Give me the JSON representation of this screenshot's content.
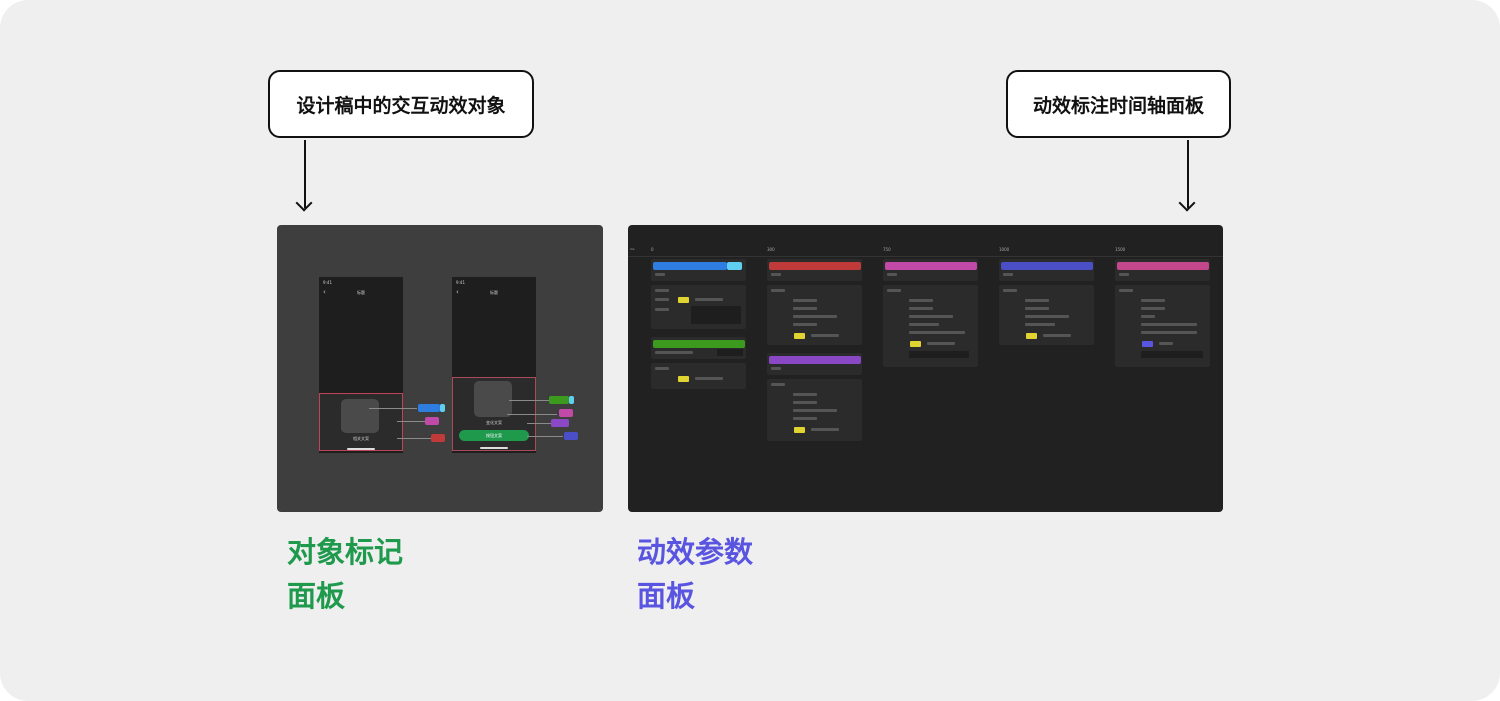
{
  "callouts": {
    "left": "设计稿中的交互动效对象",
    "right": "动效标注时间轴面板"
  },
  "labels": {
    "object_panel": "对象标记\n面板",
    "object_panel_line1": "对象标记",
    "object_panel_line2": "面板",
    "anim_panel_line1": "动效参数",
    "anim_panel_line2": "面板"
  },
  "colors": {
    "object_label": "#1f9a4d",
    "anim_label": "#5a55e0",
    "green_button": "#1f9a4d",
    "tag_blue": "#2f7de1",
    "tag_pink": "#c14aa8",
    "tag_red": "#c13a3a",
    "tag_green": "#3c9a1e",
    "tag_purple": "#8a48c7",
    "tag_indigo": "#4a4fc7",
    "tag_magenta": "#c4478c"
  },
  "object_panel": {
    "phone_left": {
      "time": "9:41",
      "title": "标题",
      "caption": "相关文案"
    },
    "phone_right": {
      "time": "9:41",
      "title": "标题",
      "caption": "变化文案",
      "button": "按钮文案"
    }
  },
  "timeline": {
    "ticks": [
      "0",
      "300",
      "750",
      "1000",
      "1500"
    ],
    "unit": "ms"
  }
}
